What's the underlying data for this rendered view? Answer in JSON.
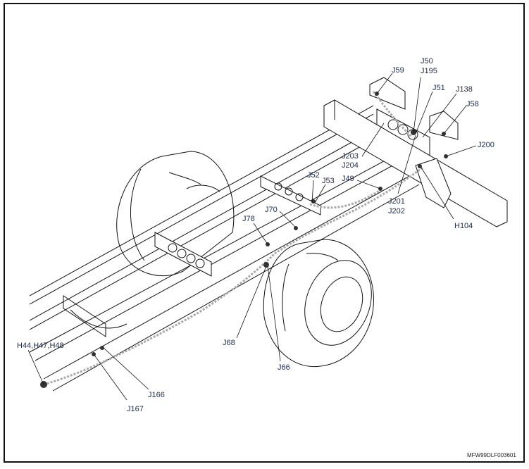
{
  "diagram": {
    "labels": {
      "j59": "J59",
      "j50": "J50",
      "j195": "J195",
      "j51": "J51",
      "j138": "J138",
      "j58": "J58",
      "j200": "J200",
      "j203": "J203",
      "j204": "J204",
      "j52": "J52",
      "j53": "J53",
      "j49": "J49",
      "j201": "J201",
      "j202": "J202",
      "h104": "H104",
      "j70": "J70",
      "j78": "J78",
      "j68": "J68",
      "j66": "J66",
      "h44_h47_h48": "H44,H47,H48",
      "j166": "J166",
      "j167": "J167"
    },
    "figure_code": "MFW99DLF003601",
    "colors": {
      "label": "#1a2a4a",
      "line": "#111111",
      "harness": "#aaaaaa"
    }
  }
}
